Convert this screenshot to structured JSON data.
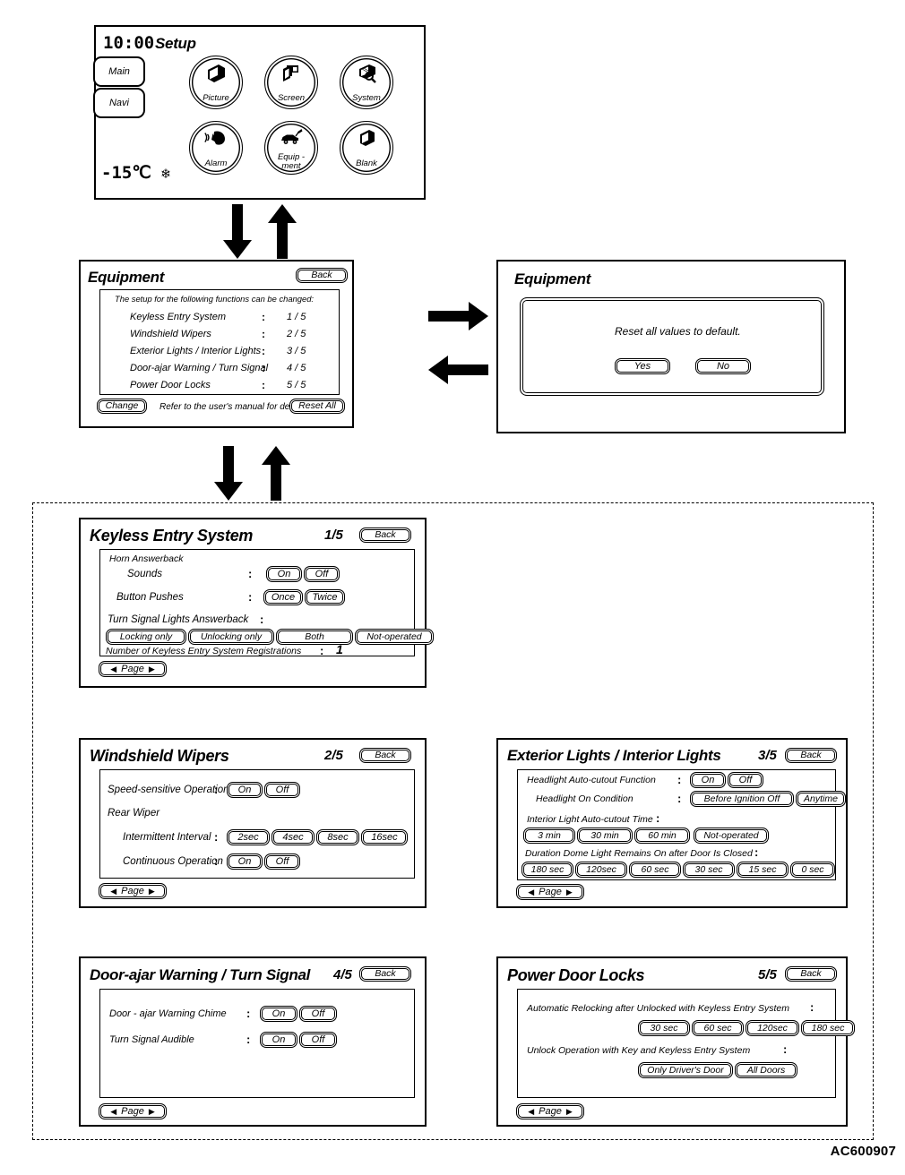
{
  "diagram_code": "AC600907",
  "setup_screen": {
    "name": "Setup",
    "clock": "10:00",
    "temperature": "-15℃",
    "snow_icon": "❄",
    "side_buttons": [
      {
        "label": "Main",
        "icon": "main-icon"
      },
      {
        "label": "Navi",
        "icon": "navi-icon"
      }
    ],
    "menu_items": [
      {
        "label": "Picture",
        "icon": "picture-icon"
      },
      {
        "label": "Screen",
        "icon": "screen-icon"
      },
      {
        "label": "System",
        "icon": "system-icon"
      },
      {
        "label": "Alarm",
        "icon": "alarm-bell-icon"
      },
      {
        "label": "Equip -\nment",
        "label_line1": "Equip -",
        "label_line2": "ment",
        "icon": "equipment-car-icon"
      },
      {
        "label": "Blank",
        "icon": "blank-icon"
      }
    ]
  },
  "equipment_screen": {
    "title": "Equipment",
    "back_label": "Back",
    "intro": "The setup for the following functions can be  changed:",
    "rows": [
      {
        "label": "Keyless Entry System",
        "colon": ":",
        "page": "1 / 5"
      },
      {
        "label": "Windshield Wipers",
        "colon": ":",
        "page": "2 / 5"
      },
      {
        "label": "Exterior Lights / Interior Lights",
        "colon": ":",
        "page": "3 / 5"
      },
      {
        "label": "Door-ajar Warning / Turn Signal",
        "colon": ":",
        "page": "4 / 5"
      },
      {
        "label": "Power Door Locks",
        "colon": ":",
        "page": "5 / 5"
      }
    ],
    "change_label": "Change",
    "footer_note": "Refer to the user's manual for detail.",
    "reset_all_label": "Reset All"
  },
  "reset_dialog": {
    "title": "Equipment",
    "message": "Reset all values to default.",
    "yes_label": "Yes",
    "no_label": "No"
  },
  "keyless_screen": {
    "title": "Keyless Entry System",
    "page": "1/5",
    "back_label": "Back",
    "group_label": "Horn Answerback",
    "rows": [
      {
        "label": "Sounds",
        "colon": ":",
        "options": [
          "On",
          "Off"
        ]
      },
      {
        "label": "Button Pushes",
        "colon": ":",
        "options": [
          "Once",
          "Twice"
        ]
      }
    ],
    "turn_signal_label": "Turn Signal Lights Answerback",
    "turn_signal_colon": ":",
    "turn_signal_options": [
      "Locking only",
      "Unlocking only",
      "Both",
      "Not-operated"
    ],
    "registrations_label": "Number of Keyless Entry System Registrations",
    "registrations_colon": ":",
    "registrations_value": "1",
    "page_label": "Page"
  },
  "wipers_screen": {
    "title": "Windshield Wipers",
    "page": "2/5",
    "back_label": "Back",
    "speed_label": "Speed-sensitive Operation",
    "speed_colon": ":",
    "speed_options": [
      "On",
      "Off"
    ],
    "rear_label": "Rear Wiper",
    "interval_label": "Intermittent Interval",
    "interval_colon": ":",
    "interval_options": [
      "2sec",
      "4sec",
      "8sec",
      "16sec"
    ],
    "continuous_label": "Continuous Operation",
    "continuous_colon": ":",
    "continuous_options": [
      "On",
      "Off"
    ],
    "page_label": "Page"
  },
  "lights_screen": {
    "title": "Exterior Lights / Interior Lights",
    "page": "3/5",
    "back_label": "Back",
    "headlight_label": "Headlight Auto-cutout Function",
    "headlight_colon": ":",
    "headlight_options": [
      "On",
      "Off"
    ],
    "condition_label": "Headlight On Condition",
    "condition_colon": ":",
    "condition_options": [
      "Before Ignition Off",
      "Anytime"
    ],
    "interior_label": "Interior Light Auto-cutout Time",
    "interior_colon": ":",
    "interior_options": [
      "3 min",
      "30 min",
      "60 min",
      "Not-operated"
    ],
    "dome_label": "Duration Dome Light Remains On after Door Is  Closed",
    "dome_colon": ":",
    "dome_options": [
      "180 sec",
      "120sec",
      "60 sec",
      "30 sec",
      "15 sec",
      "0 sec"
    ],
    "page_label": "Page"
  },
  "doorajar_screen": {
    "title": "Door-ajar Warning / Turn Signal",
    "page": "4/5",
    "back_label": "Back",
    "chime_label": "Door - ajar Warning Chime",
    "chime_colon": ":",
    "chime_options": [
      "On",
      "Off"
    ],
    "turn_label": "Turn Signal Audible",
    "turn_colon": ":",
    "turn_options": [
      "On",
      "Off"
    ],
    "page_label": "Page"
  },
  "locks_screen": {
    "title": "Power Door Locks",
    "page": "5/5",
    "back_label": "Back",
    "relock_label": "Automatic Relocking after Unlocked with Keyless Entry System",
    "relock_colon": ":",
    "relock_options": [
      "30 sec",
      "60 sec",
      "120sec",
      "180 sec"
    ],
    "unlock_label": "Unlock Operation with Key and Keyless Entry System",
    "unlock_colon": ":",
    "unlock_options": [
      "Only Driver's Door",
      "All Doors"
    ],
    "page_label": "Page"
  },
  "arrows": {
    "down_to_equipment": "arrow-down",
    "up_to_setup": "arrow-up",
    "right_to_reset": "arrow-right",
    "left_from_reset": "arrow-left",
    "down_to_pages": "arrow-down",
    "up_to_equipment": "arrow-up"
  }
}
